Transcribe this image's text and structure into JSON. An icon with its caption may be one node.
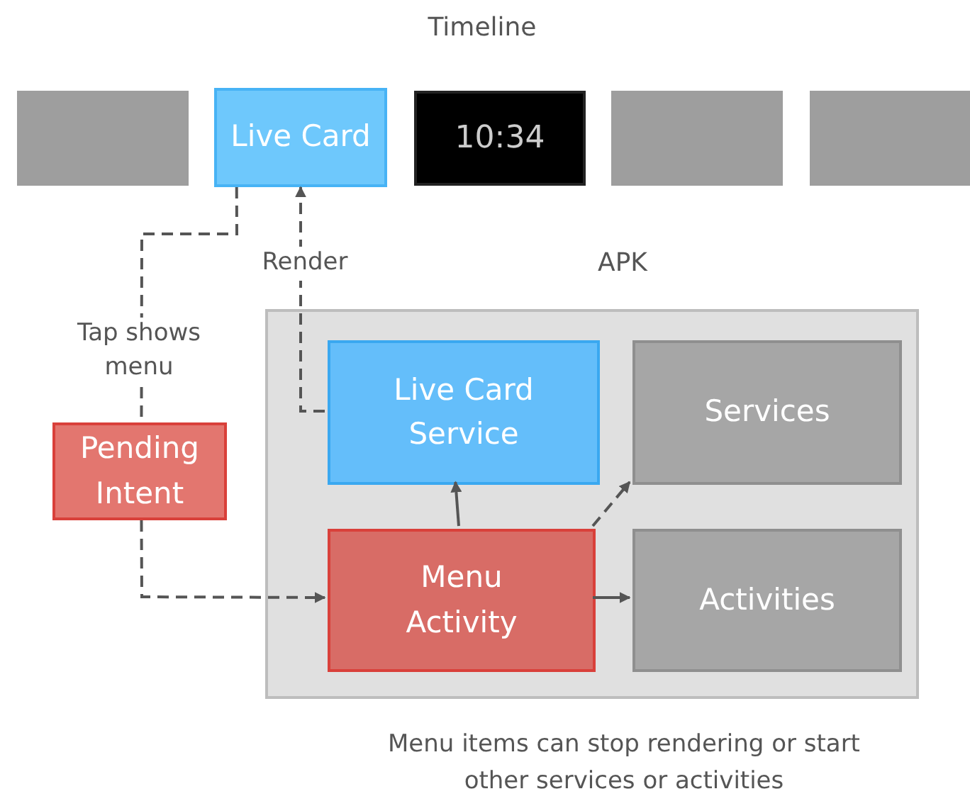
{
  "diagram": {
    "title": "Timeline",
    "nodes": [
      {
        "text": [],
        "shape": "box"
      },
      {
        "text": [
          "Live Card"
        ]
      },
      {
        "text": [
          "10:34"
        ]
      },
      {
        "text": [],
        "shape": "box"
      },
      {
        "text": [],
        "shape": "box"
      },
      {
        "text": [
          "APK"
        ]
      },
      {
        "text": [
          "Live Card Service"
        ],
        "in": 5
      },
      {
        "text": [
          "Services"
        ],
        "in": 5
      },
      {
        "text": [
          "Pending Intent"
        ]
      },
      {
        "text": [
          "Menu Activity"
        ],
        "in": 5
      },
      {
        "text": [
          "Activities"
        ],
        "in": 5
      }
    ],
    "edges": [
      {
        "from": 1,
        "to": 8,
        "arrow": "none",
        "label": "Tap shows menu",
        "style": "dashed"
      },
      {
        "from": 6,
        "to": 1,
        "arrow": "to",
        "label": "Render",
        "style": "dashed"
      },
      {
        "from": 8,
        "to": 9,
        "arrow": "to",
        "style": "dashed"
      },
      {
        "from": 9,
        "to": 6,
        "arrow": "to"
      },
      {
        "from": 9,
        "to": 7,
        "arrow": "to",
        "style": "dashed"
      },
      {
        "from": 9,
        "to": 10,
        "arrow": "to"
      }
    ],
    "caption": "Menu items can stop rendering or start other services or activities"
  }
}
